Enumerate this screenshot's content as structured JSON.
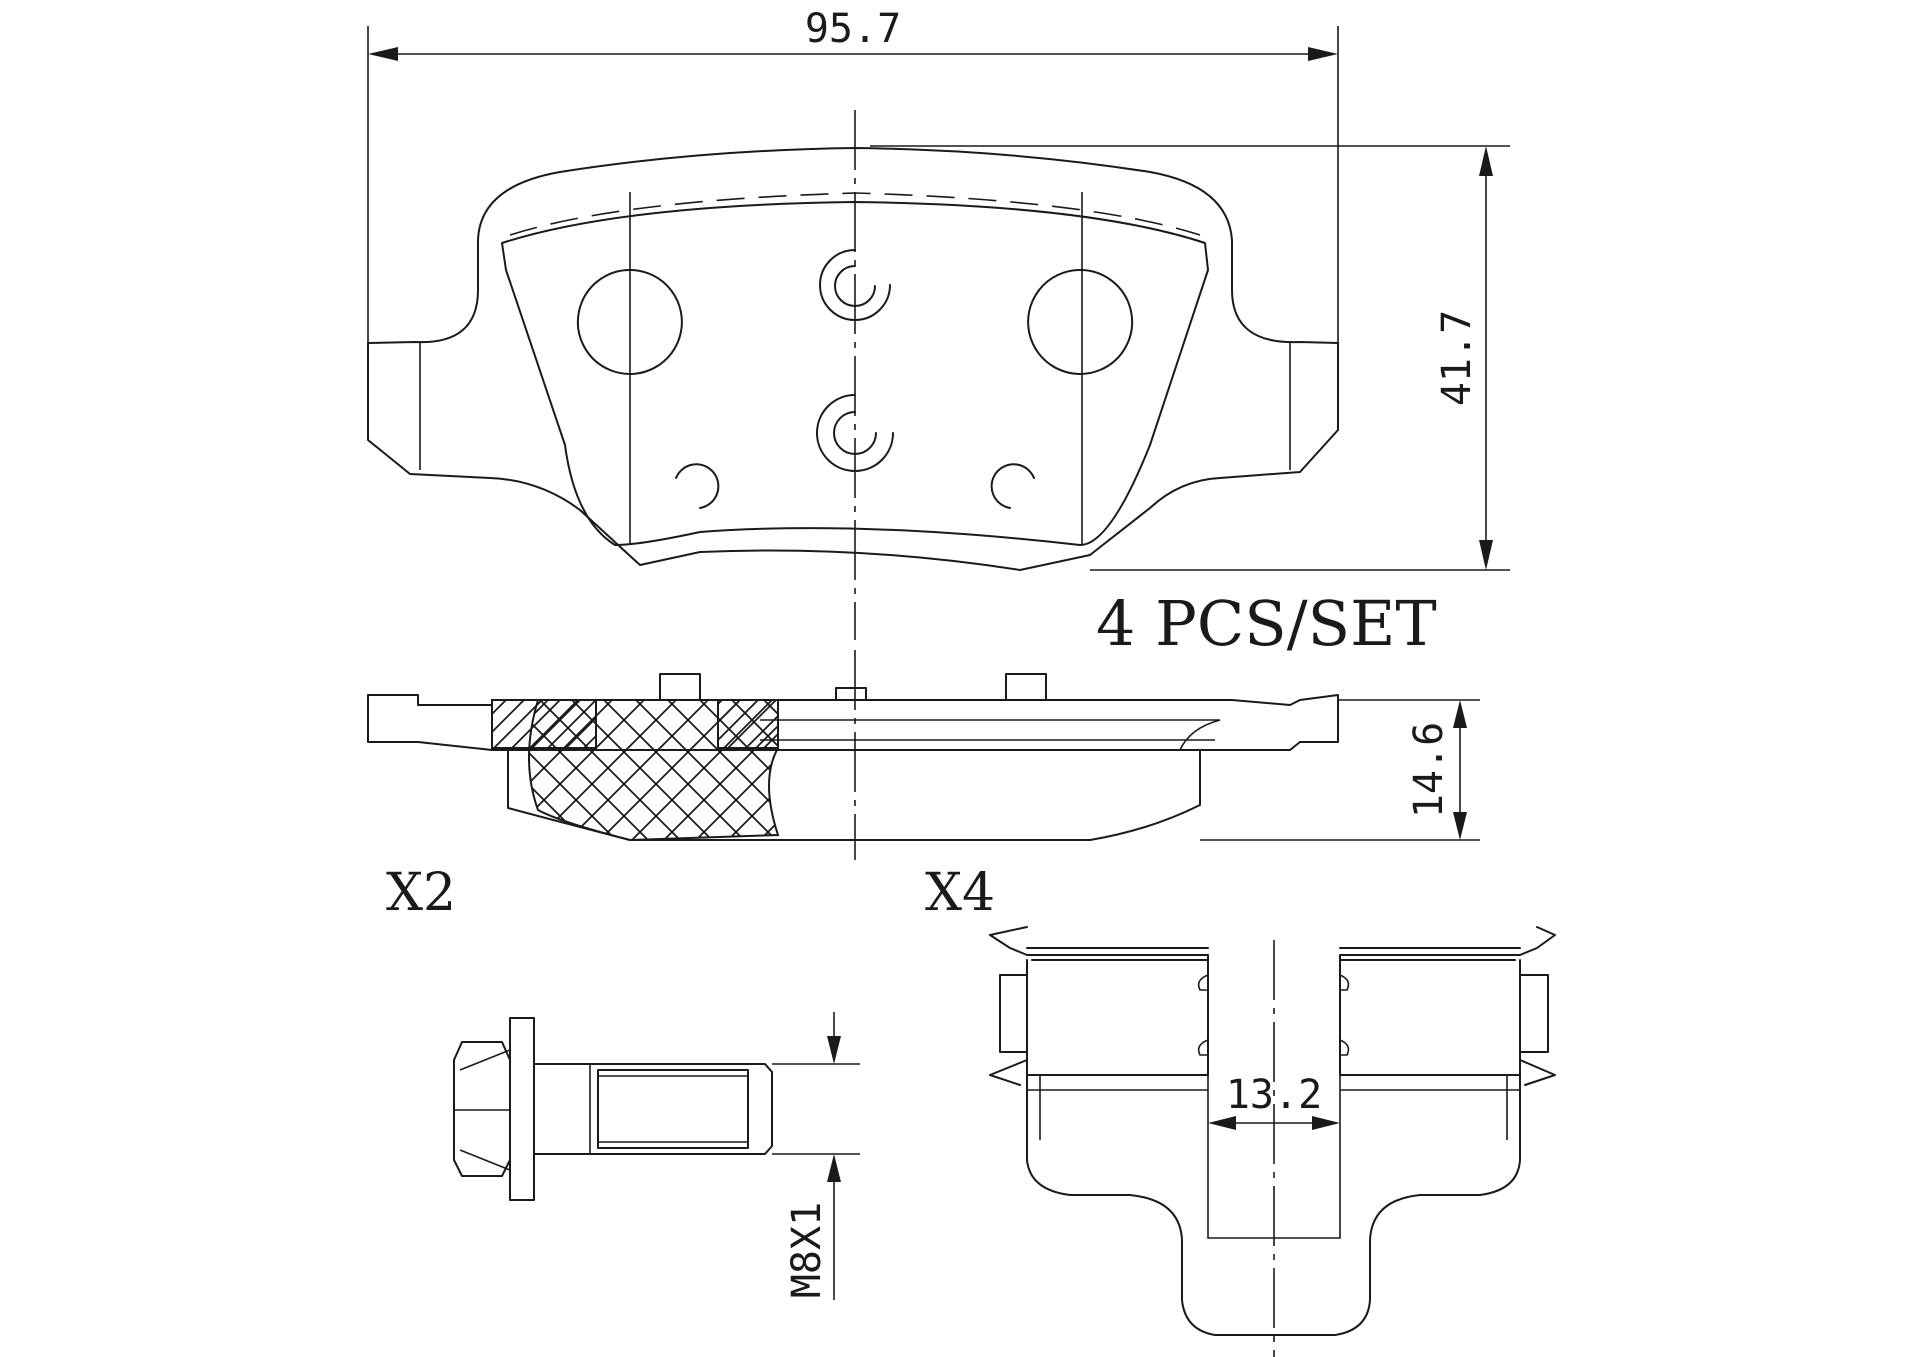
{
  "dimensions": {
    "width": "95.7",
    "height": "41.7",
    "thickness": "14.6",
    "clip_gap": "13.2",
    "bolt_thread": "M8X1"
  },
  "labels": {
    "set_quantity": "4 PCS/SET",
    "bolt_quantity": "X2",
    "clip_quantity": "X4"
  }
}
